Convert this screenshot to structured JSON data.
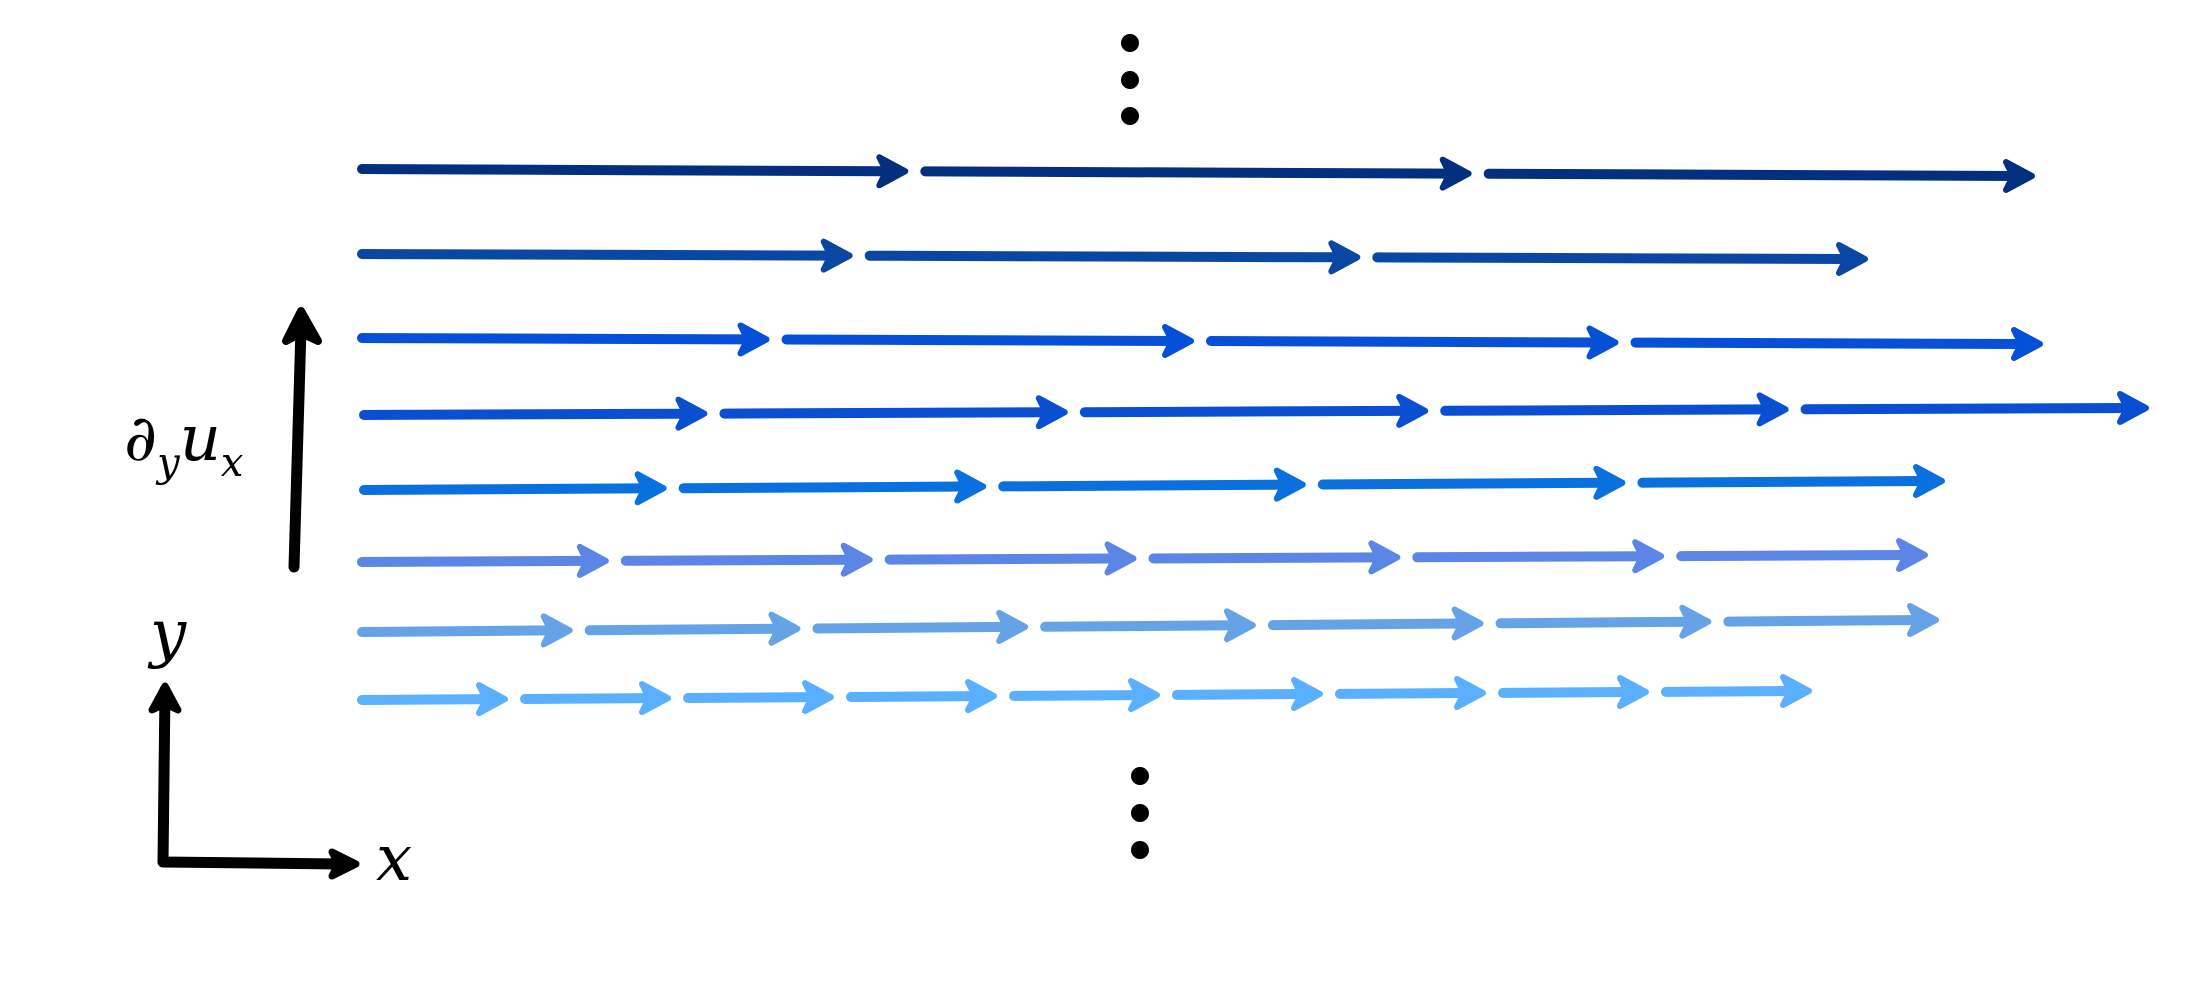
{
  "labels": {
    "gradient_main": "∂",
    "gradient_sub_y": "y",
    "gradient_u": "u",
    "gradient_sub_x": "x",
    "axis_y": "y",
    "axis_x": "x"
  },
  "colors": {
    "rows": [
      "#02307f",
      "#0a47a3",
      "#0550d6",
      "#0a4fd2",
      "#0a70de",
      "#5b86e6",
      "#66a3e6",
      "#5bafff"
    ],
    "axes": "#000000",
    "dots": "#000000"
  },
  "flow_rows": [
    {
      "arrows_per_row": 3
    },
    {
      "arrows_per_row": 3
    },
    {
      "arrows_per_row": 4
    },
    {
      "arrows_per_row": 5
    },
    {
      "arrows_per_row": 5
    },
    {
      "arrows_per_row": 6
    },
    {
      "arrows_per_row": 7
    },
    {
      "arrows_per_row": 9
    }
  ]
}
